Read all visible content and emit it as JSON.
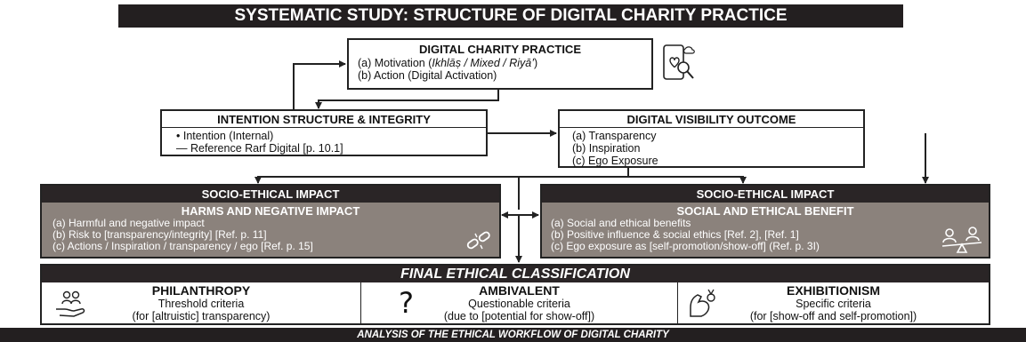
{
  "title": "SYSTEMATIC STUDY: STRUCTURE OF DIGITAL CHARITY PRACTICE",
  "practice": {
    "header": "DIGITAL CHARITY PRACTICE",
    "line_a_prefix": "(a) Motivation (",
    "line_a_terms": "Ikhlāṣ / Mixed / Riyā’",
    "line_a_suffix": ")",
    "line_b": "(b) Action (Digital Activation)",
    "icon": "phone-heart-magnifier-icon"
  },
  "intention": {
    "header": "INTENTION STRUCTURE & INTEGRITY",
    "items": [
      "• Intention (Internal)",
      "— Reference Rarf Digital [p. 10.1]"
    ]
  },
  "visibility": {
    "header": "DIGITAL VISIBILITY OUTCOME",
    "items": [
      "(a) Transparency",
      "(b) Inspiration",
      "(c) Ego Exposure"
    ]
  },
  "impact_left": {
    "header": "SOCIO-ETHICAL IMPACT",
    "subheader": "HARMS AND NEGATIVE IMPACT",
    "items": [
      "(a) Harmful and negative impact",
      "(b) Risk to [transparency/integrity] [Ref. p. 11]",
      "(c) Actions / Inspiration / transparency / ego [Ref. p. 15]"
    ],
    "icon": "broken-chain-icon"
  },
  "impact_right": {
    "header": "SOCIO-ETHICAL IMPACT",
    "subheader": "SOCIAL AND ETHICAL BENEFIT",
    "items": [
      "(a) Social and ethical benefits",
      "(b) Positive influence & social ethics [Ref. 2], [Ref. 1]",
      "(c) Ego exposure as [self-promotion/show-off] (Ref. p. 3I)"
    ],
    "icon": "people-balance-icon"
  },
  "final": {
    "header": "FINAL ETHICAL CLASSIFICATION",
    "columns": [
      {
        "title": "PHILANTHROPY",
        "line1": "Threshold criteria",
        "line2": "(for [altruistic] transparency)",
        "icon": "hand-people-icon"
      },
      {
        "title": "AMBIVALENT",
        "line1": "Questionable criteria",
        "line2": "(due to [potential for show-off])",
        "icon": "question-mark-icon"
      },
      {
        "title": "EXHIBITIONISM",
        "line1": "Specific criteria",
        "line2": "(for [show-off and self-promotion])",
        "icon": "flexing-arm-medal-icon"
      }
    ]
  },
  "footer": "ANALYSIS OF THE ETHICAL WORKFLOW OF DIGITAL CHARITY",
  "colors": {
    "dark": "#231f20",
    "grey": "#8b827c",
    "line": "#222222"
  }
}
